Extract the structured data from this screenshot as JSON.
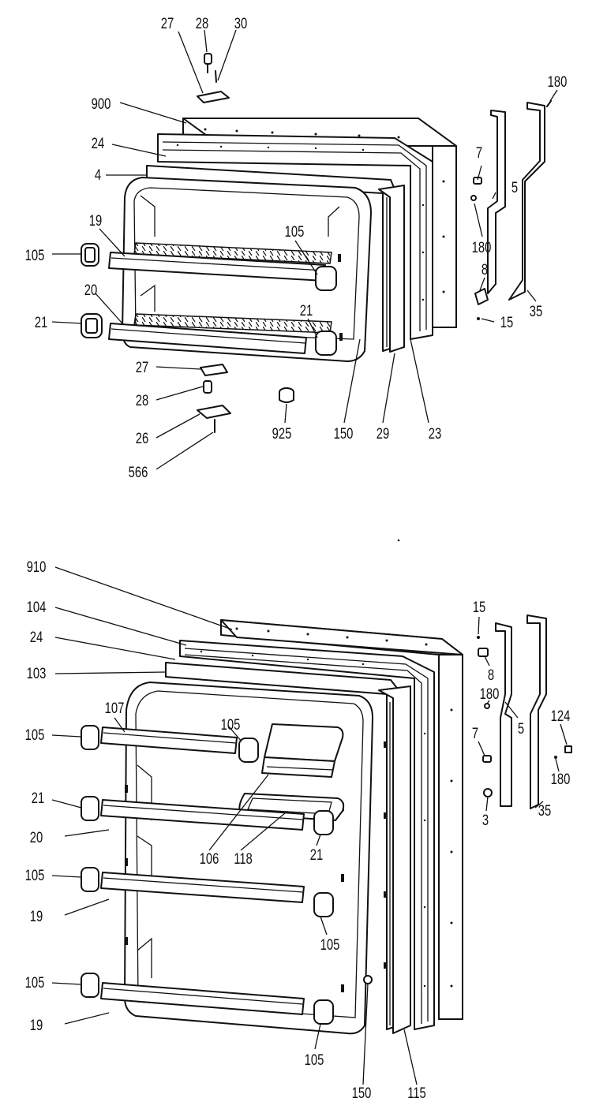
{
  "callouts": {
    "top": [
      "27",
      "28",
      "30",
      "900",
      "24",
      "4",
      "19",
      "105",
      "20",
      "21",
      "105",
      "21",
      "27",
      "28",
      "26",
      "566",
      "925",
      "150",
      "29",
      "23",
      "180",
      "7",
      "5",
      "180",
      "8",
      "15",
      "35"
    ],
    "bottom": [
      "910",
      "104",
      "24",
      "103",
      "107",
      "105",
      "105",
      "21",
      "20",
      "105",
      "19",
      "105",
      "19",
      "106",
      "118",
      "21",
      "105",
      "105",
      "150",
      "115",
      "15",
      "8",
      "180",
      "7",
      "5",
      "3",
      "124",
      "180",
      "35"
    ]
  }
}
